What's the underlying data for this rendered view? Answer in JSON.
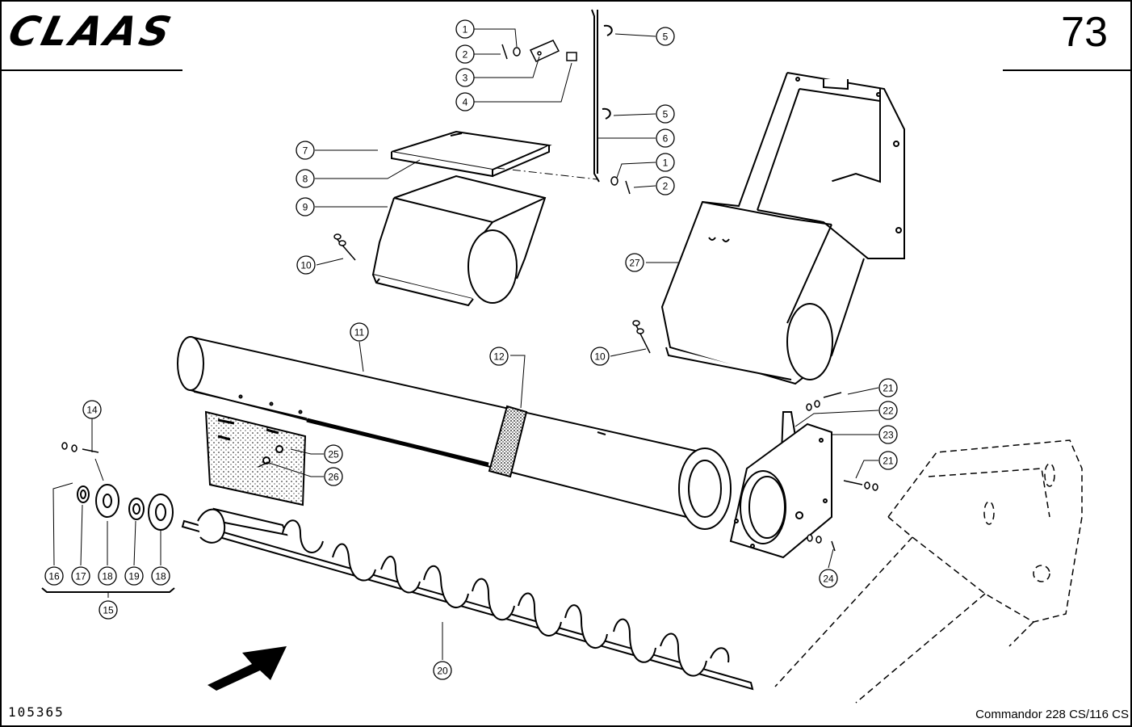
{
  "header": {
    "brand_logo": "CLAAS",
    "page_number": "73"
  },
  "footer": {
    "reference_code": "105365",
    "model_text": "Commandor 228 CS/116 CS"
  },
  "callouts": [
    {
      "id": "c1a",
      "label": "1"
    },
    {
      "id": "c2a",
      "label": "2"
    },
    {
      "id": "c3",
      "label": "3"
    },
    {
      "id": "c4",
      "label": "4"
    },
    {
      "id": "c5a",
      "label": "5"
    },
    {
      "id": "c5b",
      "label": "5"
    },
    {
      "id": "c6",
      "label": "6"
    },
    {
      "id": "c1b",
      "label": "1"
    },
    {
      "id": "c2b",
      "label": "2"
    },
    {
      "id": "c7",
      "label": "7"
    },
    {
      "id": "c8",
      "label": "8"
    },
    {
      "id": "c9",
      "label": "9"
    },
    {
      "id": "c10a",
      "label": "10"
    },
    {
      "id": "c10b",
      "label": "10"
    },
    {
      "id": "c11",
      "label": "11"
    },
    {
      "id": "c12",
      "label": "12"
    },
    {
      "id": "c14",
      "label": "14"
    },
    {
      "id": "c15",
      "label": "15"
    },
    {
      "id": "c16",
      "label": "16"
    },
    {
      "id": "c17",
      "label": "17"
    },
    {
      "id": "c18a",
      "label": "18"
    },
    {
      "id": "c19",
      "label": "19"
    },
    {
      "id": "c18b",
      "label": "18"
    },
    {
      "id": "c20",
      "label": "20"
    },
    {
      "id": "c21a",
      "label": "21"
    },
    {
      "id": "c21b",
      "label": "21"
    },
    {
      "id": "c22",
      "label": "22"
    },
    {
      "id": "c23",
      "label": "23"
    },
    {
      "id": "c24",
      "label": "24"
    },
    {
      "id": "c25",
      "label": "25"
    },
    {
      "id": "c26",
      "label": "26"
    },
    {
      "id": "c27",
      "label": "27"
    }
  ]
}
